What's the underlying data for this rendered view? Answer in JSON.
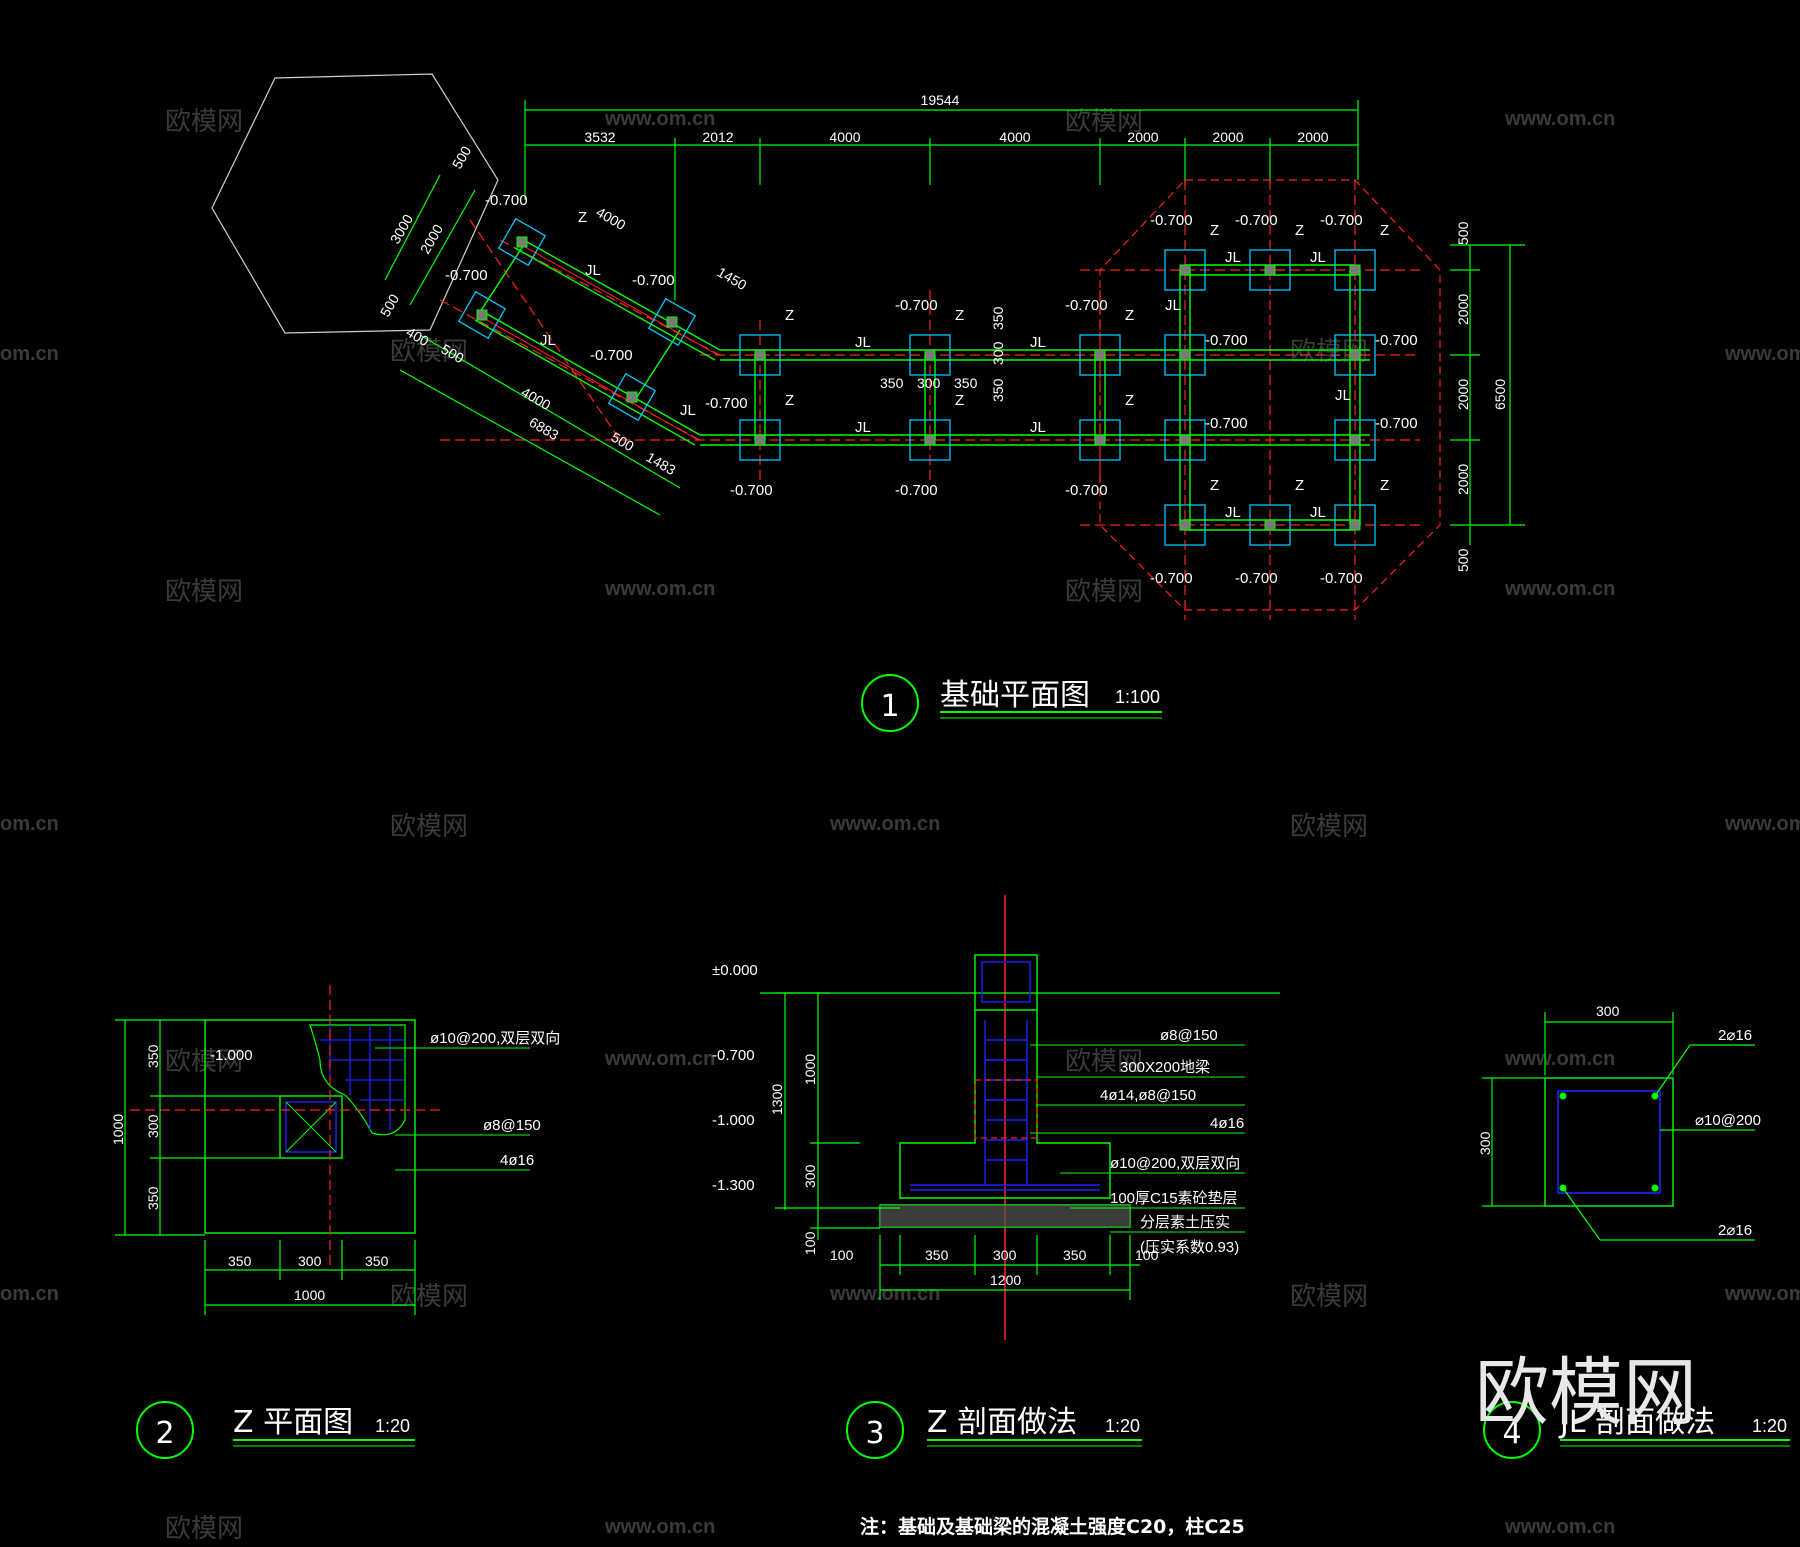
{
  "drawings": {
    "plan": {
      "number": "1",
      "title": "基础平面图",
      "scale": "1:100",
      "top_dims": [
        "19544",
        "3532",
        "2012",
        "4000",
        "4000",
        "2000",
        "2000",
        "2000"
      ],
      "right_dims": [
        "500",
        "2000",
        "2000",
        "2000",
        "500",
        "6500"
      ],
      "left_dims": [
        "500",
        "3000",
        "2000",
        "500",
        "400",
        "500",
        "4000",
        "6883",
        "500",
        "1483",
        "4000",
        "1450"
      ],
      "mid_dims": [
        "350",
        "300",
        "350",
        "350",
        "300",
        "350"
      ],
      "elevation_label": "-0.700",
      "column_label": "Z",
      "beam_label": "JL"
    },
    "z_plan": {
      "number": "2",
      "title": "Z  平面图",
      "scale": "1:20",
      "elevation": "-1.000",
      "rebar_1": "ø10@200,双层双向",
      "rebar_2": "ø8@150",
      "rebar_3": "4ø16",
      "dims_left": [
        "350",
        "300",
        "350",
        "1000"
      ],
      "dims_bottom": [
        "350",
        "300",
        "350",
        "1000"
      ]
    },
    "z_section": {
      "number": "3",
      "title": "Z  剖面做法",
      "scale": "1:20",
      "elevations": [
        "±0.000",
        "-0.700",
        "-1.000",
        "-1.300"
      ],
      "left_dims": [
        "1000",
        "1300",
        "300",
        "100"
      ],
      "bottom_dims": [
        "100",
        "350",
        "300",
        "350",
        "100",
        "1200"
      ],
      "labels": [
        "ø8@150",
        "300X200地梁",
        "4ø14,ø8@150",
        "4ø16",
        "ø10@200,双层双向",
        "100厚C15素砼垫层",
        "分层素土压实",
        "(压实系数0.93)"
      ]
    },
    "jl_section": {
      "number": "4",
      "title": "JL  剖面做法",
      "scale": "1:20",
      "top_dim": "300",
      "side_dim": "300",
      "labels": [
        "2⌀16",
        "⌀10@200",
        "2⌀16"
      ]
    }
  },
  "note": "注：基础及基础梁的混凝土强度C20，柱C25",
  "watermark": {
    "brand": "欧模网",
    "url": "www.om.cn",
    "url_short": "om.cn"
  },
  "colors": {
    "background": "#000000",
    "lines": "#00ff00",
    "axis": "#ff2020",
    "footing": "#00c8ff",
    "rebar": "#2020ff",
    "text": "#ffffff"
  }
}
